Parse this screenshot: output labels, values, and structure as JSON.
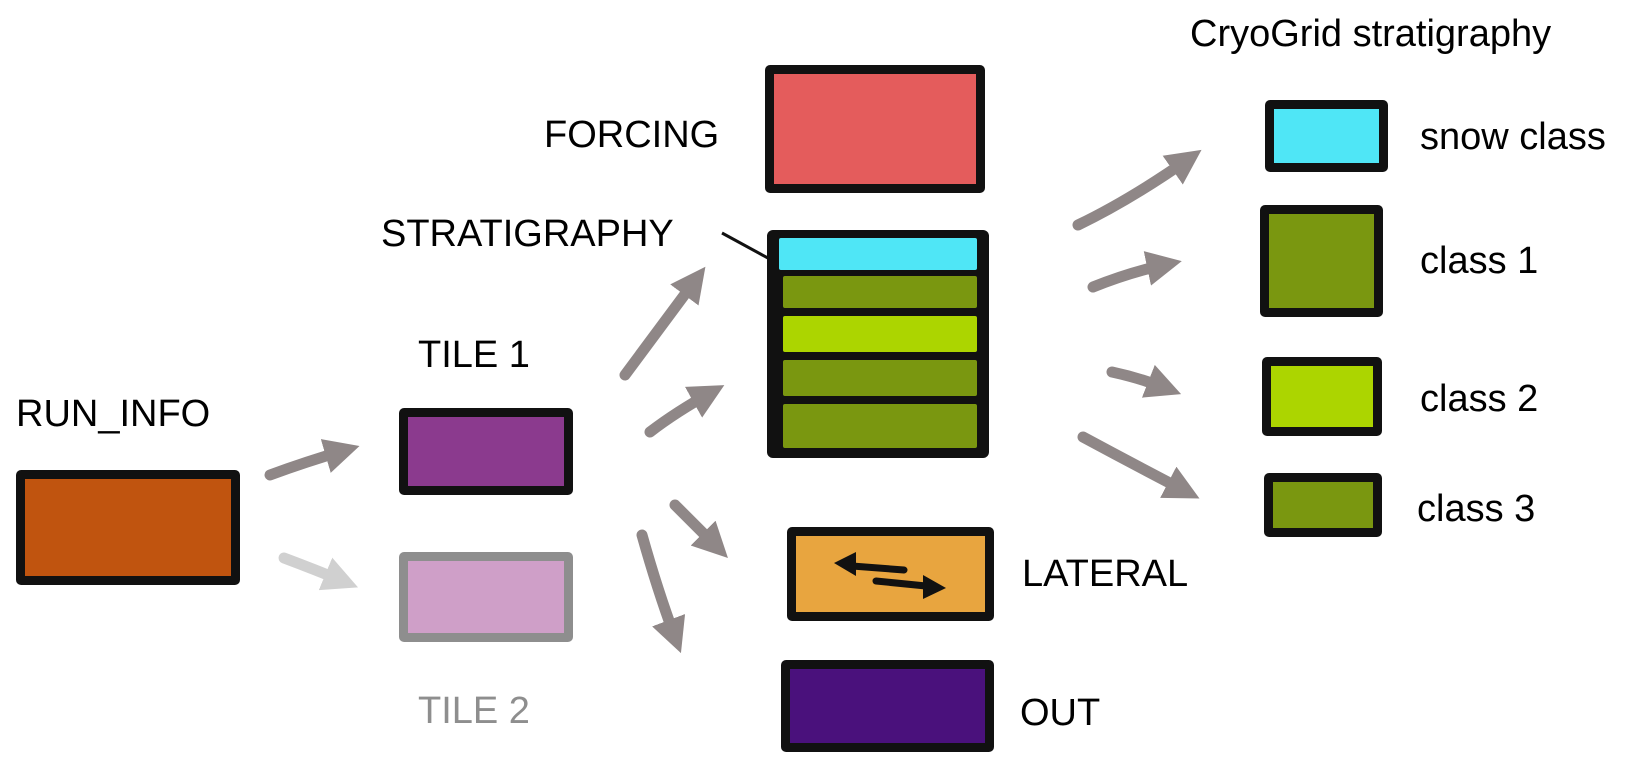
{
  "title": "CryoGrid stratigraphy",
  "colors": {
    "run_info": "#c0540f",
    "tile1": "#8b3a8e",
    "tile2": "#cf9fc8",
    "forcing": "#e45c5c",
    "snow": "#4fe6f6",
    "class_dark": "#7a9710",
    "class_light": "#acd500",
    "lateral": "#e8a53f",
    "out": "#4a117c",
    "arrow": "#8f8787",
    "arrow_faded": "#d0d0d0",
    "outline": "#111111"
  },
  "labels": {
    "run_info": "RUN_INFO",
    "tile1": "TILE 1",
    "tile2": "TILE 2",
    "forcing": "FORCING",
    "stratigraphy": "STRATIGRAPHY",
    "lateral": "LATERAL",
    "out": "OUT"
  },
  "legend": {
    "title": "CryoGrid stratigraphy",
    "items": [
      {
        "label": "snow class",
        "color": "#4fe6f6"
      },
      {
        "label": "class 1",
        "color": "#7a9710"
      },
      {
        "label": "class 2",
        "color": "#acd500"
      },
      {
        "label": "class 3",
        "color": "#7a9710"
      }
    ]
  }
}
